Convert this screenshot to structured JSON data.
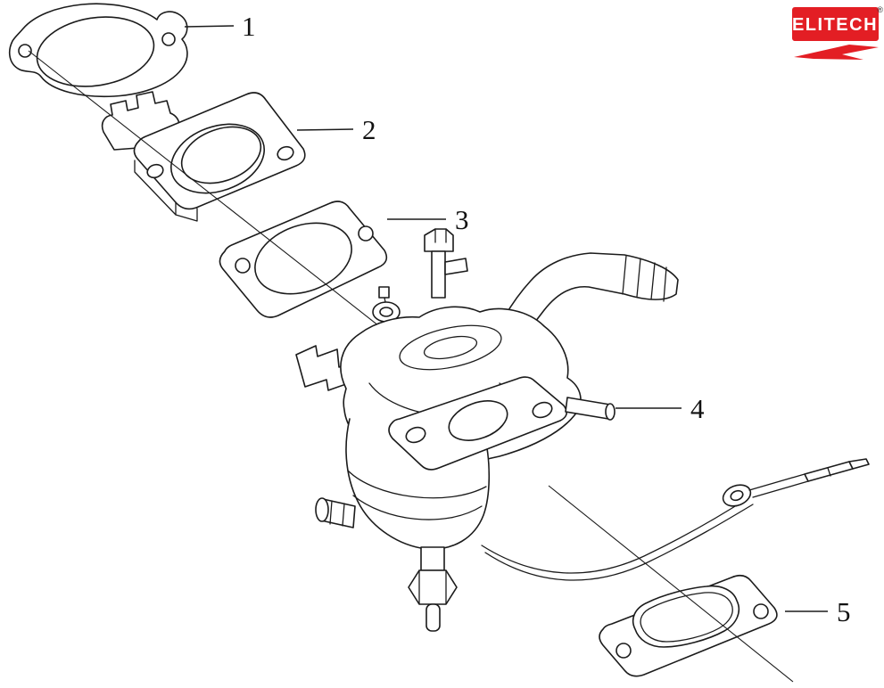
{
  "window": {
    "background": "#ffffff"
  },
  "logo": {
    "text": "ELITECH",
    "reg": "®",
    "box_color": "#e31e24",
    "text_color": "#ffffff"
  },
  "diagram": {
    "ink_color": "#1b1b1b",
    "description": "carburetor-exploded-parts-view",
    "callouts": [
      {
        "number": "1"
      },
      {
        "number": "2"
      },
      {
        "number": "3"
      },
      {
        "number": "4"
      },
      {
        "number": "5"
      }
    ]
  }
}
